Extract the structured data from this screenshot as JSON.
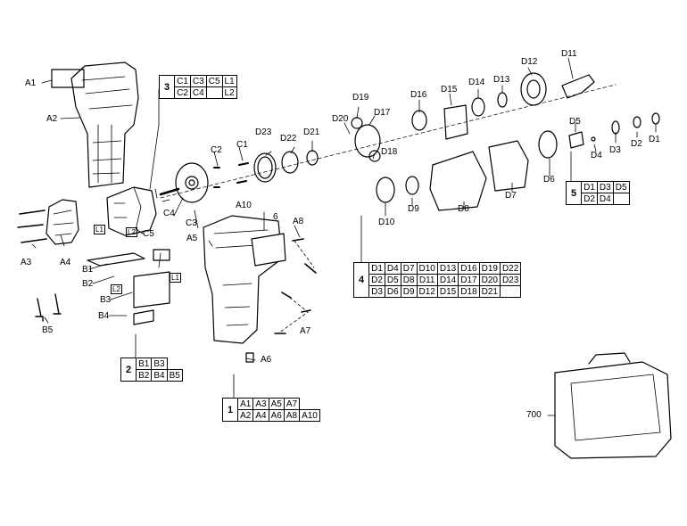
{
  "labels": {
    "A1": "A1",
    "A2": "A2",
    "A3": "A3",
    "A4": "A4",
    "A5": "A5",
    "A6": "A6",
    "A7": "A7",
    "A8": "A8",
    "A10": "A10",
    "B1": "B1",
    "B2": "B2",
    "B3": "B3",
    "B4": "B4",
    "B5": "B5",
    "C1": "C1",
    "C2": "C2",
    "C3": "C3",
    "C4": "C4",
    "C5": "C5",
    "D1": "D1",
    "D2": "D2",
    "D3": "D3",
    "D4": "D4",
    "D5": "D5",
    "D6": "D6",
    "D7": "D7",
    "D8": "D8",
    "D9": "D9",
    "D10": "D10",
    "D11": "D11",
    "D12": "D12",
    "D13": "D13",
    "D14": "D14",
    "D15": "D15",
    "D16": "D16",
    "D17": "D17",
    "D18": "D18",
    "D19": "D19",
    "D20": "D20",
    "D21": "D21",
    "D22": "D22",
    "D23": "D23",
    "P6": "6",
    "P700": "700",
    "L1": "L1",
    "L2": "L2"
  },
  "groups": {
    "g1": {
      "num": "1",
      "rows": [
        [
          "A1",
          "A3",
          "A5",
          "A7",
          ""
        ],
        [
          "A2",
          "A4",
          "A6",
          "A8",
          "A10"
        ]
      ]
    },
    "g2": {
      "num": "2",
      "rows": [
        [
          "B1",
          "B3"
        ],
        [
          "B2",
          "B4",
          "B5"
        ]
      ]
    },
    "g3": {
      "num": "3",
      "rows": [
        [
          "C1",
          "C3",
          "C5",
          "L1"
        ],
        [
          "C2",
          "C4",
          "",
          "L2"
        ]
      ]
    },
    "g4": {
      "num": "4",
      "rows": [
        [
          "D1",
          "D4",
          "D7",
          "D10",
          "D13",
          "D16",
          "D19",
          "D22"
        ],
        [
          "D2",
          "D5",
          "D8",
          "D11",
          "D14",
          "D17",
          "D20",
          "D23"
        ],
        [
          "D3",
          "D6",
          "D9",
          "D12",
          "D15",
          "D18",
          "D21",
          ""
        ]
      ]
    },
    "g5": {
      "num": "5",
      "rows": [
        [
          "D1",
          "D3",
          "D5"
        ],
        [
          "D2",
          "D4",
          ""
        ]
      ]
    }
  }
}
